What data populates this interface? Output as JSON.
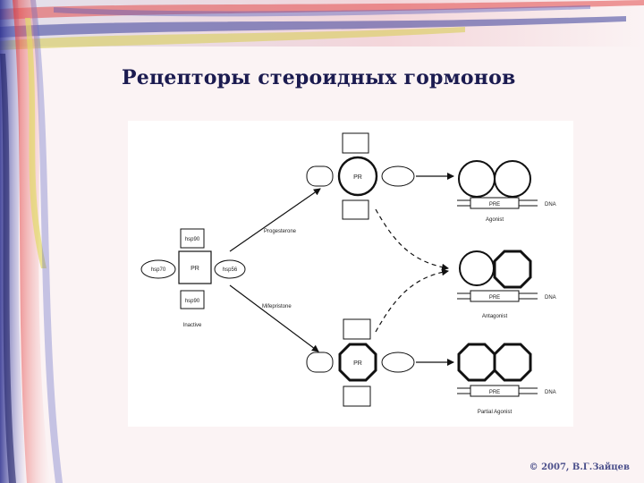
{
  "slide": {
    "title": "Рецепторы стероидных гормонов",
    "copyright": "© 2007, В.Г.Зайцев"
  },
  "diagram": {
    "inactive_complex": {
      "center": "PR",
      "top": "hsp90",
      "bottom": "hsp90",
      "left": "hsp70",
      "right": "hsp56",
      "caption": "Inactive"
    },
    "pathways": {
      "upper": "Progesterone",
      "lower": "Mifepristone"
    },
    "receptor_label": "PR",
    "element_label": "PRE",
    "dna_label": "DNA",
    "outcomes": [
      "Agonist",
      "Antagonist",
      "Partial Agonist"
    ]
  }
}
